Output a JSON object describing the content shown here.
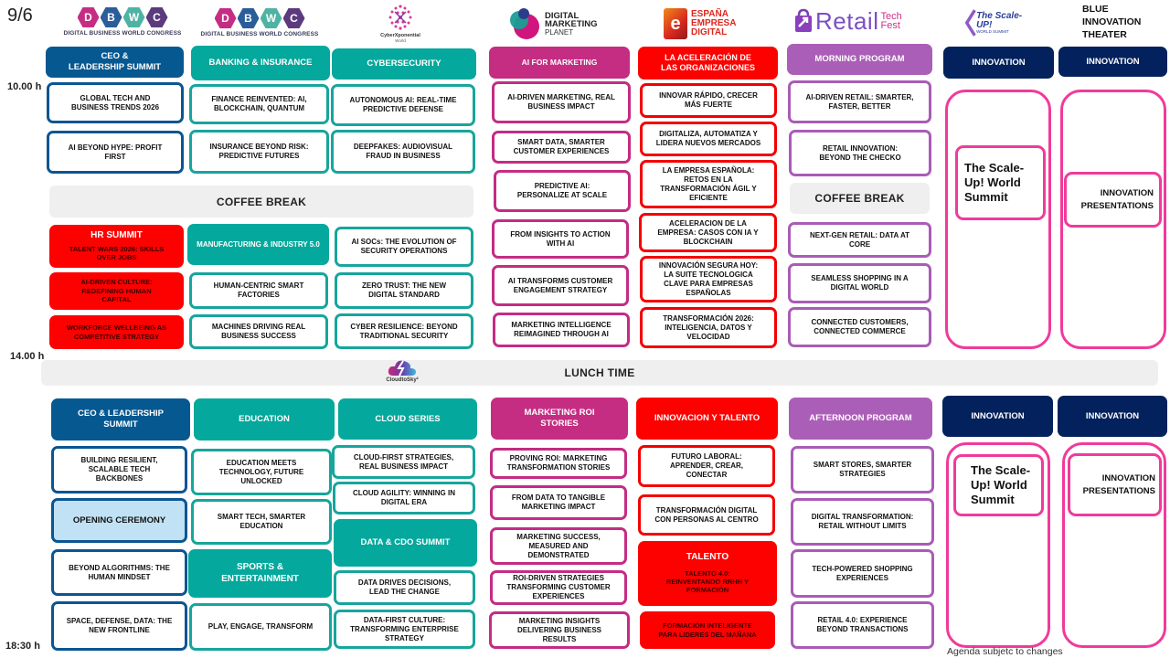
{
  "date": "9/6",
  "times": {
    "t1": "10.00 h",
    "t2": "14.00 h",
    "t3": "18:30 h"
  },
  "logos": {
    "dbwc1": {
      "letters": [
        "D",
        "B",
        "W",
        "C"
      ],
      "subtitle": "DIGITAL BUSINESS WORLD CONGRESS"
    },
    "dbwc2": {
      "letters": [
        "D",
        "B",
        "W",
        "C"
      ],
      "subtitle": "DIGITAL BUSINESS WORLD CONGRESS"
    },
    "cyber": {
      "name": "CyberXponential",
      "sub": "World"
    },
    "dmp": {
      "line1": "DIGITAL",
      "line2": "MARKETING",
      "line3": "PLANET"
    },
    "espana": {
      "line1": "ESPAÑA",
      "line2": "EMPRESA",
      "line3": "DIGITAL"
    },
    "retail": {
      "main": "Retail",
      "tech": "Tech",
      "fest": "Fest"
    },
    "scaleup": {
      "main": "The Scale-UP!",
      "sub": "WORLD SUMMIT"
    },
    "blue_theater": "BLUE\nINNOVATION\nTHEATER",
    "cloudtosky": "CloudtoSky²"
  },
  "colors": {
    "blue": "#065891",
    "teal": "#05a89c",
    "magenta": "#c52d83",
    "red": "#fd0000",
    "purple": "#ab5eb7",
    "navy": "#03215c",
    "pink": "#f13a9a"
  },
  "morning": {
    "col1": {
      "header": "CEO &\nLEADERSHIP SUMMIT",
      "sessions": [
        "GLOBAL TECH AND\nBUSINESS TRENDS 2026",
        "AI BEYOND HYPE: PROFIT\nFIRST"
      ],
      "hr_header": "HR SUMMIT",
      "hr_sessions": [
        "TALENT WARS 2026: SKILLS\nOVER JOBS",
        "AI-DRIVEN CULTURE:\nREDEFINING HUMAN\nCAPITAL",
        "WORKFORCE WELLBEING AS\nCOMPETITIVE STRATEGY"
      ]
    },
    "col2": {
      "header": "BANKING & INSURANCE",
      "sessions": [
        "FINANCE REINVENTED: AI,\nBLOCKCHAIN, QUANTUM",
        "INSURANCE BEYOND RISK:\nPREDICTIVE FUTURES"
      ],
      "mfg_header": "MANUFACTURING & INDUSTRY 5.0",
      "mfg_sessions": [
        "HUMAN-CENTRIC SMART\nFACTORIES",
        "MACHINES DRIVING REAL\nBUSINESS SUCCESS"
      ]
    },
    "col3": {
      "header": "CYBERSECURITY",
      "sessions": [
        "AUTONOMOUS AI: REAL-TIME\nPREDICTIVE DEFENSE",
        "DEEPFAKES: AUDIOVISUAL\nFRAUD IN BUSINESS",
        "AI SOCs: THE EVOLUTION OF\nSECURITY OPERATIONS",
        "ZERO TRUST: THE NEW\nDIGITAL STANDARD",
        "CYBER RESILIENCE: BEYOND\nTRADITIONAL SECURITY"
      ]
    },
    "coffee_break": "COFFEE BREAK",
    "col4": {
      "header": "AI FOR MARKETING",
      "sessions": [
        "AI-DRIVEN MARKETING, REAL\nBUSINESS IMPACT",
        "SMART DATA, SMARTER\nCUSTOMER EXPERIENCES",
        "PREDICTIVE AI:\nPERSONALIZE AT SCALE",
        "FROM INSIGHTS TO ACTION\nWITH AI",
        "AI TRANSFORMS CUSTOMER\nENGAGEMENT STRATEGY",
        "MARKETING INTELLIGENCE\nREIMAGINED THROUGH AI"
      ]
    },
    "col5": {
      "header": "LA ACELERACIÓN DE\nLAS ORGANIZACIONES",
      "sessions": [
        "INNOVAR RÁPIDO, CRECER\nMÁS FUERTE",
        "DIGITALIZA, AUTOMATIZA Y\nLIDERA NUEVOS MERCADOS",
        "LA EMPRESA ESPAÑOLA:\nRETOS EN LA\nTRANSFORMACIÓN ÁGIL Y\nEFICIENTE",
        "ACELERACION DE LA\nEMPRESA: CASOS CON IA Y\nBLOCKCHAIN",
        "INNOVACIÓN SEGURA HOY:\nLA SUITE TECNOLOGICA\nCLAVE PARA EMPRESAS\nESPAÑOLAS",
        "TRANSFORMACIÓN 2026:\nINTELIGENCIA, DATOS Y\nVELOCIDAD"
      ]
    },
    "col6": {
      "header": "MORNING PROGRAM",
      "sessions": [
        "AI-DRIVEN RETAIL: SMARTER,\nFASTER, BETTER",
        "RETAIL INNOVATION:\nBEYOND THE CHECKO",
        "NEXT-GEN RETAIL: DATA AT\nCORE",
        "SEAMLESS SHOPPING IN A\nDIGITAL WORLD",
        "CONNECTED CUSTOMERS,\nCONNECTED COMMERCE"
      ],
      "coffee_break": "COFFEE BREAK"
    },
    "col7": {
      "header": "INNOVATION",
      "inner": "The Scale-\nUp! World\nSummit"
    },
    "col8": {
      "header": "INNOVATION",
      "inner": "INNOVATION\nPRESENTATIONS"
    }
  },
  "lunch": "LUNCH TIME",
  "afternoon": {
    "col1": {
      "header": "CEO & LEADERSHIP\nSUMMIT",
      "sessions": [
        "BUILDING RESILIENT,\nSCALABLE TECH\nBACKBONES",
        "OPENING CEREMONY",
        "BEYOND ALGORITHMS: THE\nHUMAN MINDSET",
        "SPACE, DEFENSE, DATA: THE\nNEW FRONTLINE"
      ]
    },
    "col2": {
      "header": "EDUCATION",
      "sessions": [
        "EDUCATION MEETS\nTECHNOLOGY, FUTURE\nUNLOCKED",
        "SMART TECH, SMARTER\nEDUCATION"
      ],
      "sports_header": "SPORTS &\nENTERTAINMENT",
      "sports_sessions": [
        "PLAY, ENGAGE, TRANSFORM"
      ]
    },
    "col3": {
      "header": "CLOUD SERIES",
      "sessions": [
        "CLOUD-FIRST STRATEGIES,\nREAL BUSINESS IMPACT",
        "CLOUD AGILITY: WINNING IN\nDIGITAL ERA"
      ],
      "data_header": "DATA & CDO SUMMIT",
      "data_sessions": [
        "DATA DRIVES DECISIONS,\nLEAD THE CHANGE",
        "DATA-FIRST CULTURE:\nTRANSFORMING ENTERPRISE\nSTRATEGY"
      ]
    },
    "col4": {
      "header": "MARKETING ROI\nSTORIES",
      "sessions": [
        "PROVING ROI: MARKETING\nTRANSFORMATION STORIES",
        "FROM DATA TO TANGIBLE\nMARKETING IMPACT",
        "MARKETING SUCCESS,\nMEASURED AND\nDEMONSTRATED",
        "ROI-DRIVEN STRATEGIES\nTRANSFORMING CUSTOMER\nEXPERIENCES",
        "MARKETING INSIGHTS\nDELIVERING BUSINESS\nRESULTS"
      ]
    },
    "col5": {
      "header": "INNOVACION Y TALENTO",
      "sessions": [
        "FUTURO LABORAL:\nAPRENDER, CREAR,\nCONECTAR",
        "TRANSFORMACIÓN DIGITAL\nCON PERSONAS AL CENTRO"
      ],
      "talento_header": "TALENTO",
      "talento_sessions": [
        "TALENTO 4.0:\nREINVENTANDO RRHH Y\nFORMACIÓN",
        "FORMACIÓN INTELIGENTE\nPARA LIDERES DEL MAÑANA"
      ]
    },
    "col6": {
      "header": "AFTERNOON PROGRAM",
      "sessions": [
        "SMART STORES, SMARTER\nSTRATEGIES",
        "DIGITAL TRANSFORMATION:\nRETAIL WITHOUT LIMITS",
        "TECH-POWERED SHOPPING\nEXPERIENCES",
        "RETAIL 4.0: EXPERIENCE\nBEYOND TRANSACTIONS"
      ]
    },
    "col7": {
      "header": "INNOVATION",
      "inner": "The Scale-\nUp! World\nSummit"
    },
    "col8": {
      "header": "INNOVATION",
      "inner": "INNOVATION\nPRESENTATIONS"
    }
  },
  "footer_note": "Agenda subjetc to changes"
}
